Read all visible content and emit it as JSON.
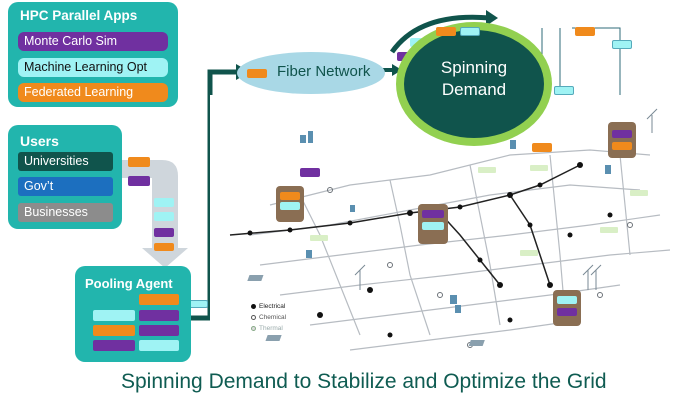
{
  "colors": {
    "teal_panel": "#22b5ad",
    "purple": "#7030a0",
    "cyan": "#9ff3f4",
    "orange": "#f08a1c",
    "dark_green": "#10544c",
    "blue": "#1c6fbf",
    "gray": "#8c8c8c",
    "light_green_ring": "#92d050",
    "fiber_ellipse": "#a9d8e6",
    "title_color": "#0f5c52"
  },
  "hpc_panel": {
    "title": "HPC Parallel Apps",
    "apps": [
      "Monte Carlo Sim",
      "Machine Learning Opt",
      "Federated Learning"
    ]
  },
  "users_panel": {
    "title": "Users",
    "groups": [
      "Universities",
      "Gov’t",
      "Businesses"
    ]
  },
  "pooling_agent": {
    "title": "Pooling Agent"
  },
  "fiber_network": {
    "label": "Fiber Network"
  },
  "spinning_demand": {
    "line1": "Spinning",
    "line2": "Demand"
  },
  "legend": {
    "items": [
      "Electrical",
      "Chemical",
      "Thermal"
    ]
  },
  "slide_title": "Spinning Demand to Stabilize and Optimize the Grid"
}
